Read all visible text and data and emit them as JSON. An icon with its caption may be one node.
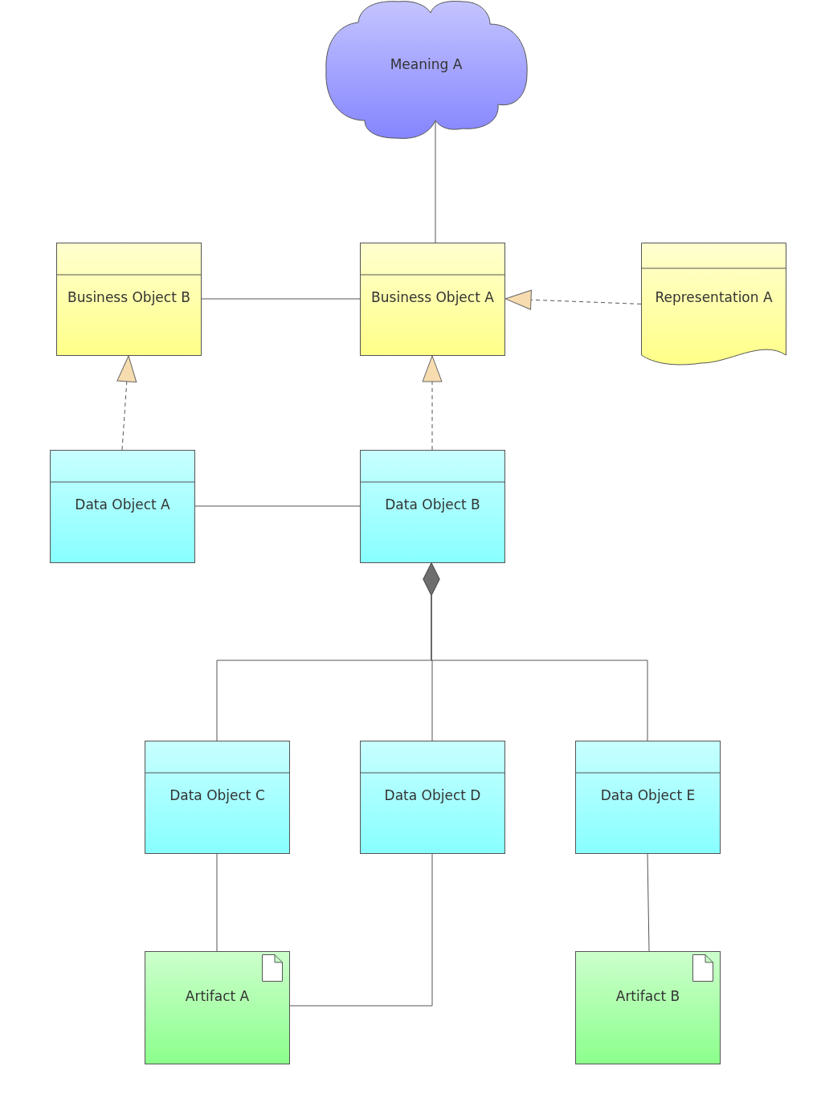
{
  "diagram": {
    "nodes": [
      {
        "text": [
          "Meaning A"
        ]
      },
      {
        "text": [
          "Business Object B"
        ]
      },
      {
        "text": [
          "Business Object A"
        ]
      },
      {
        "text": [
          "Representation A"
        ]
      },
      {
        "text": [
          "Data Object A"
        ]
      },
      {
        "text": [
          "Data Object B"
        ]
      },
      {
        "text": [
          "Data Object C"
        ]
      },
      {
        "text": [
          "Data Object D"
        ]
      },
      {
        "text": [
          "Data Object E"
        ]
      },
      {
        "text": [
          "Artifact A"
        ]
      },
      {
        "text": [
          "Artifact B"
        ]
      }
    ],
    "edges": [
      {
        "from": 0,
        "to": 2,
        "arrow": "none"
      },
      {
        "from": 1,
        "to": 2,
        "arrow": "none"
      },
      {
        "from": 3,
        "to": 2,
        "arrow": "to",
        "style": "dashed"
      },
      {
        "from": 4,
        "to": 1,
        "arrow": "to",
        "style": "dashed"
      },
      {
        "from": 5,
        "to": 2,
        "arrow": "to",
        "style": "dashed"
      },
      {
        "from": 4,
        "to": 5,
        "arrow": "none"
      },
      {
        "from": 5,
        "to": 6,
        "arrow": "other"
      },
      {
        "from": 5,
        "to": 7,
        "arrow": "other"
      },
      {
        "from": 5,
        "to": 8,
        "arrow": "other"
      },
      {
        "from": 6,
        "to": 9,
        "arrow": "none"
      },
      {
        "from": 7,
        "to": 9,
        "arrow": "none"
      },
      {
        "from": 8,
        "to": 10,
        "arrow": "none"
      }
    ]
  }
}
